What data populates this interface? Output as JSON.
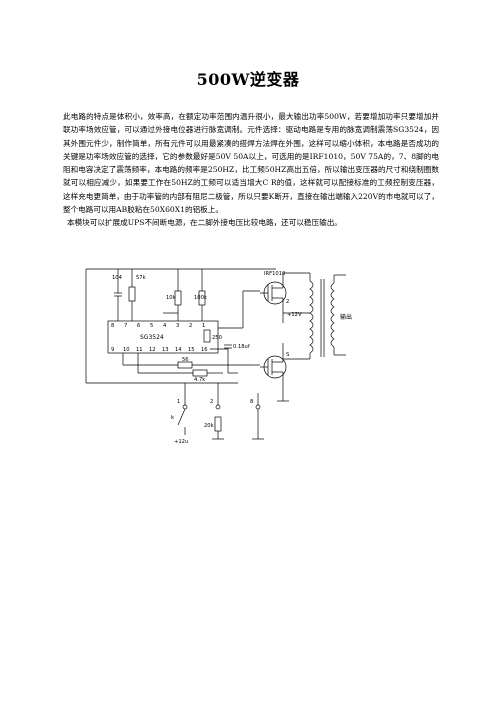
{
  "document": {
    "title": "500W逆变器",
    "paragraphs": [
      "此电路的特点是体积小，效率高，在额定功率范围内温升很小，最大输出功率500W，若要增加功率只要增加并联功率场效应管，可以通过外接电位器进行脉宽调制。元件选择：驱动电路是专用的脉宽调制震荡SG3524，因其外围元件少，制作简单，所有元件可以用最紧凑的搭焊方法焊在外围，这样可以缩小体积，本电路是否成功的关键是功率场效应管的选择，它的参数最好是50V 50A以上，可选用的是IRF1010，50V 75A的，7、8脚的电阻和电容决定了震荡频率，本电路的频率是250HZ，比工频50HZ高出五倍，所以输出变压器的尺寸和绕制圈数就可以相应减少，如果要工作在50HZ的工频可以适当增大C R的值，这样就可以配接标准的工频控制变压器，这样充电更简单，由于功率管的内部有阻尼二极管，所以只要K断开，直接在输出端输入220V的市电就可以了，整个电路可以用AB胶粘在50X60X1的铝板上。",
      "本模块可以扩展成UPS不间断电源，在二脚外接电压比较电路，还可以稳压输出。"
    ]
  },
  "circuit": {
    "ic_name": "SG3524",
    "top_pins": [
      "8",
      "7",
      "6",
      "5",
      "4",
      "3",
      "2",
      "1"
    ],
    "bottom_pins": [
      "9",
      "10",
      "11",
      "12",
      "13",
      "14",
      "15",
      "16"
    ],
    "labels": {
      "cap_104": "104",
      "res_57k": "57k",
      "res_10k": "10k",
      "res_100k": "100k",
      "res_250": "250",
      "cap_018": "0.18uf",
      "res_56": "56",
      "res_47k": "4.7k",
      "mosfet": "IRF1010",
      "v12": "+12V",
      "output": "输出",
      "pin_s": "S",
      "pin_2": "2",
      "pin_1": "1",
      "pin_1b": "1",
      "pin_2b": "2",
      "pin_8": "8",
      "switch_k": "k",
      "v12u": "+12u",
      "res_20k": "20k"
    }
  }
}
